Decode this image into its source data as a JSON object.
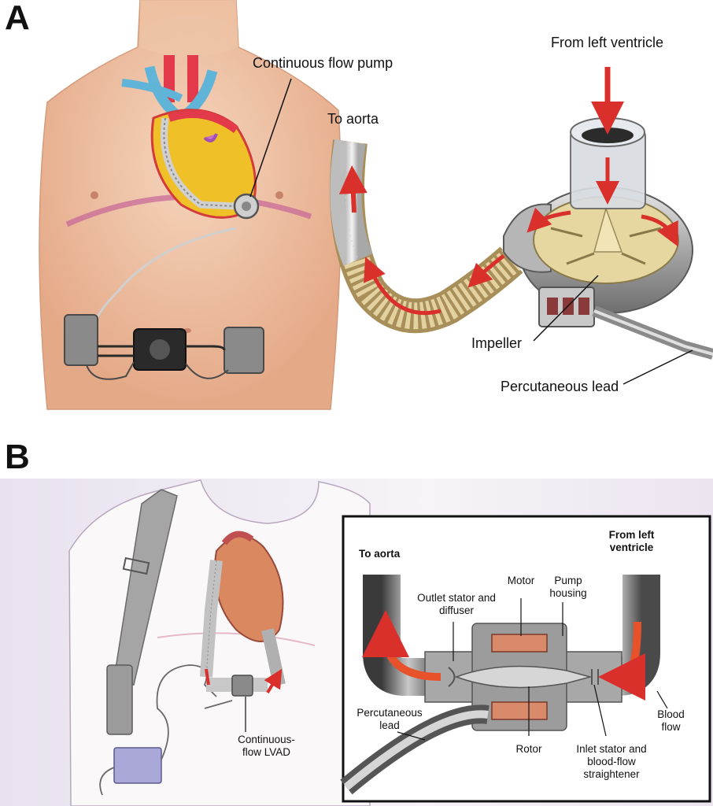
{
  "panel_a": {
    "letter": "A",
    "labels": {
      "continuous_flow_pump": "Continuous flow pump",
      "from_left_ventricle": "From left ventricle",
      "to_aorta": "To aorta",
      "impeller": "Impeller",
      "percutaneous_lead": "Percutaneous lead"
    }
  },
  "panel_b": {
    "letter": "B",
    "labels": {
      "continuous_flow_lvad": "Continuous-flow LVAD",
      "to_aorta": "To aorta",
      "from_left_ventricle": "From left ventricle",
      "motor": "Motor",
      "pump_housing": "Pump housing",
      "outlet_stator": "Outlet stator and diffuser",
      "percutaneous_lead": "Percutaneous lead",
      "rotor": "Rotor",
      "inlet_stator": "Inlet stator and blood-flow straightener",
      "blood_flow": "Blood flow"
    }
  },
  "colors": {
    "skin": "#f2c9ad",
    "flow_arrow": "#d9302c",
    "motor_copper": "#d98a6a",
    "housing_gray": "#9a9a9a"
  }
}
